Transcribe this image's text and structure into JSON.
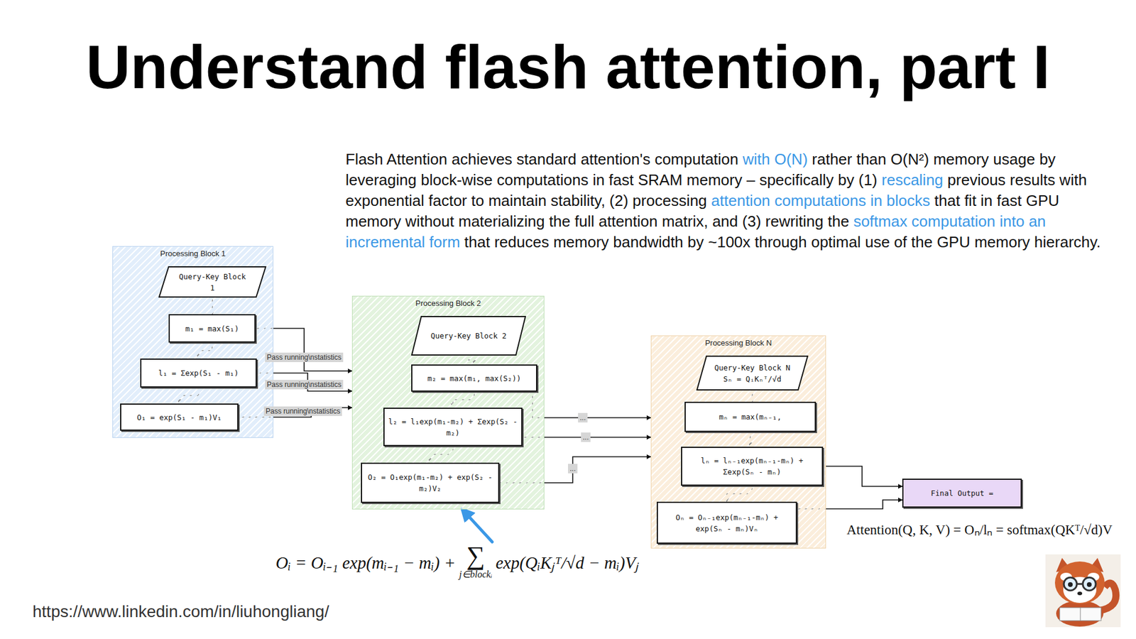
{
  "diagram": {
    "title": "Understand flash attention, part I",
    "nodes": [
      {
        "text": [
          "Processing Block 1"
        ]
      },
      {
        "text": [
          "Query-Key Block 1"
        ],
        "in": 0
      },
      {
        "text": [
          "m₁ = max(S₁)"
        ],
        "in": 0
      },
      {
        "text": [
          "l₁ = Σexp(S₁ - m₁)"
        ],
        "in": 0
      },
      {
        "text": [
          "O₁ = exp(S₁ - m₁)V₁"
        ],
        "in": 0
      },
      {
        "text": [
          "Processing Block 2"
        ]
      },
      {
        "text": [
          "Query-Key Block 2"
        ],
        "in": 5
      },
      {
        "text": [
          "m₂ = max(m₁, max(S₂))"
        ],
        "in": 5
      },
      {
        "text": [
          "l₂ = l₁exp(m₁-m₂) + Σexp(S₂ - m₂)"
        ],
        "in": 5
      },
      {
        "text": [
          "O₂ = O₁exp(m₁-m₂) + exp(S₂ - m₂)V₂"
        ],
        "in": 5
      },
      {
        "text": [
          "Processing Block N"
        ]
      },
      {
        "text": [
          "Query-Key Block N",
          "Sₙ = QᵢKₙᵀ/√d"
        ],
        "in": 10
      },
      {
        "text": [
          "mₙ = max(mₙ₋₁,"
        ],
        "in": 10
      },
      {
        "text": [
          "lₙ = lₙ₋₁exp(mₙ₋₁-mₙ) + Σexp(Sₙ - mₙ)"
        ],
        "in": 10
      },
      {
        "text": [
          "Oₙ = Oₙ₋₁exp(mₙ₋₁-mₙ) + exp(Sₙ - mₙ)Vₙ"
        ],
        "in": 10
      },
      {
        "text": [
          "Final Output ="
        ]
      }
    ],
    "edges": [
      {
        "from": 1,
        "to": 2,
        "arrow": "to"
      },
      {
        "from": 2,
        "to": 3,
        "arrow": "to"
      },
      {
        "from": 3,
        "to": 4,
        "arrow": "to"
      },
      {
        "from": 2,
        "to": 5,
        "label": "Pass running\\nstatistics",
        "arrow": "to"
      },
      {
        "from": 3,
        "to": 5,
        "label": "Pass running\\nstatistics",
        "arrow": "to"
      },
      {
        "from": 4,
        "to": 5,
        "label": "Pass running\\nstatistics",
        "arrow": "to"
      },
      {
        "from": 6,
        "to": 7,
        "arrow": "to"
      },
      {
        "from": 7,
        "to": 8,
        "arrow": "to"
      },
      {
        "from": 8,
        "to": 9,
        "arrow": "to"
      },
      {
        "from": 7,
        "to": 10,
        "label": "...",
        "arrow": "to"
      },
      {
        "from": 8,
        "to": 10,
        "label": "...",
        "arrow": "to"
      },
      {
        "from": 9,
        "to": 10,
        "label": "...",
        "arrow": "to"
      },
      {
        "from": 11,
        "to": 12,
        "arrow": "to"
      },
      {
        "from": 12,
        "to": 13,
        "arrow": "to"
      },
      {
        "from": 13,
        "to": 14,
        "arrow": "to"
      },
      {
        "from": 13,
        "to": 15,
        "arrow": "to"
      },
      {
        "from": 14,
        "to": 15,
        "arrow": "to"
      }
    ],
    "labels": [
      "Flash Attention achieves standard attention's computation",
      "with O(N)",
      "rather than O(N²) memory usage by leveraging block-wise computations in fast SRAM memory – specifically by (1)",
      "rescaling",
      "previous results with exponential factor to maintain stability, (2) processing",
      "attention computations in blocks",
      "that fit in fast GPU memory without materializing the full attention matrix, and (3) rewriting the",
      "softmax computation into an incremental form",
      "that reduces memory bandwidth by ~100x through optimal use of the GPU memory hierarchy.",
      "Oᵢ = Oᵢ₋₁ exp(mᵢ₋₁ − mᵢ) +",
      "∑",
      "j∈blockᵢ",
      "exp(QᵢKⱼᵀ/√d − mᵢ)Vⱼ",
      "Attention(Q, K, V) = Oₙ/lₙ = softmax(QKᵀ/√d)V",
      "https://www.linkedin.com/in/liuhongliang/"
    ]
  }
}
